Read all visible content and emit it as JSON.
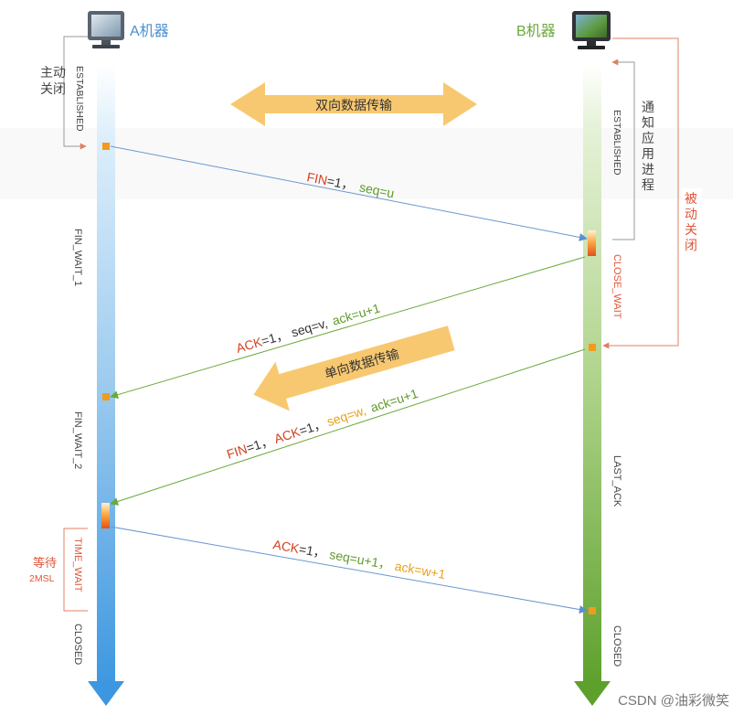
{
  "hosts": {
    "a": {
      "label": "A机器"
    },
    "b": {
      "label": "B机器"
    }
  },
  "a_side": {
    "active_close": [
      "主动",
      "关闭"
    ],
    "states": {
      "established": "ESTABLISHED",
      "fin_wait_1": "FIN_WAIT_1",
      "fin_wait_2": "FIN_WAIT_2",
      "time_wait": "TIME_WAIT",
      "closed": "CLOSED"
    },
    "wait_label": [
      "等待",
      "2MSL"
    ]
  },
  "b_side": {
    "notify_app": [
      "通",
      "知",
      "应",
      "用",
      "进",
      "程"
    ],
    "passive_close": [
      "被",
      "动",
      "关",
      "闭"
    ],
    "states": {
      "established": "ESTABLISHED",
      "close_wait": "CLOSE_WAIT",
      "last_ack": "LAST_ACK",
      "closed": "CLOSED"
    }
  },
  "transfer": {
    "bidirectional": "双向数据传输",
    "unidirectional": "单向数据传输"
  },
  "messages": {
    "m1": [
      {
        "text": "FIN",
        "color": "#d2401f"
      },
      {
        "text": "=1，",
        "color": "#333333"
      },
      {
        "text": "seq=u",
        "color": "#5f9a2c"
      }
    ],
    "m2": [
      {
        "text": "ACK",
        "color": "#d2401f"
      },
      {
        "text": "=1，",
        "color": "#333333"
      },
      {
        "text": "seq=v,",
        "color": "#333333"
      },
      {
        "text": "ack=u+1",
        "color": "#5f9a2c"
      }
    ],
    "m3": [
      {
        "text": "FIN",
        "color": "#d2401f"
      },
      {
        "text": "=1，",
        "color": "#333333"
      },
      {
        "text": "ACK",
        "color": "#d2401f"
      },
      {
        "text": "=1，",
        "color": "#333333"
      },
      {
        "text": "seq=w,",
        "color": "#e8a21a"
      },
      {
        "text": "ack=u+1",
        "color": "#5f9a2c"
      }
    ],
    "m4": [
      {
        "text": "ACK",
        "color": "#d2401f"
      },
      {
        "text": "=1，",
        "color": "#333333"
      },
      {
        "text": "seq=u+1，",
        "color": "#5f9a2c"
      },
      {
        "text": "ack=w+1",
        "color": "#e8a21a"
      }
    ]
  },
  "watermark": "CSDN @油彩微笑",
  "colors": {
    "a_line": "#4a9de0",
    "b_line": "#6aa83a",
    "message_line": "#6b97cf",
    "state_red": "#e0553a",
    "transfer_arrow": "#f8c870",
    "marker": "#f39a1c",
    "bracket": "#e89070"
  }
}
